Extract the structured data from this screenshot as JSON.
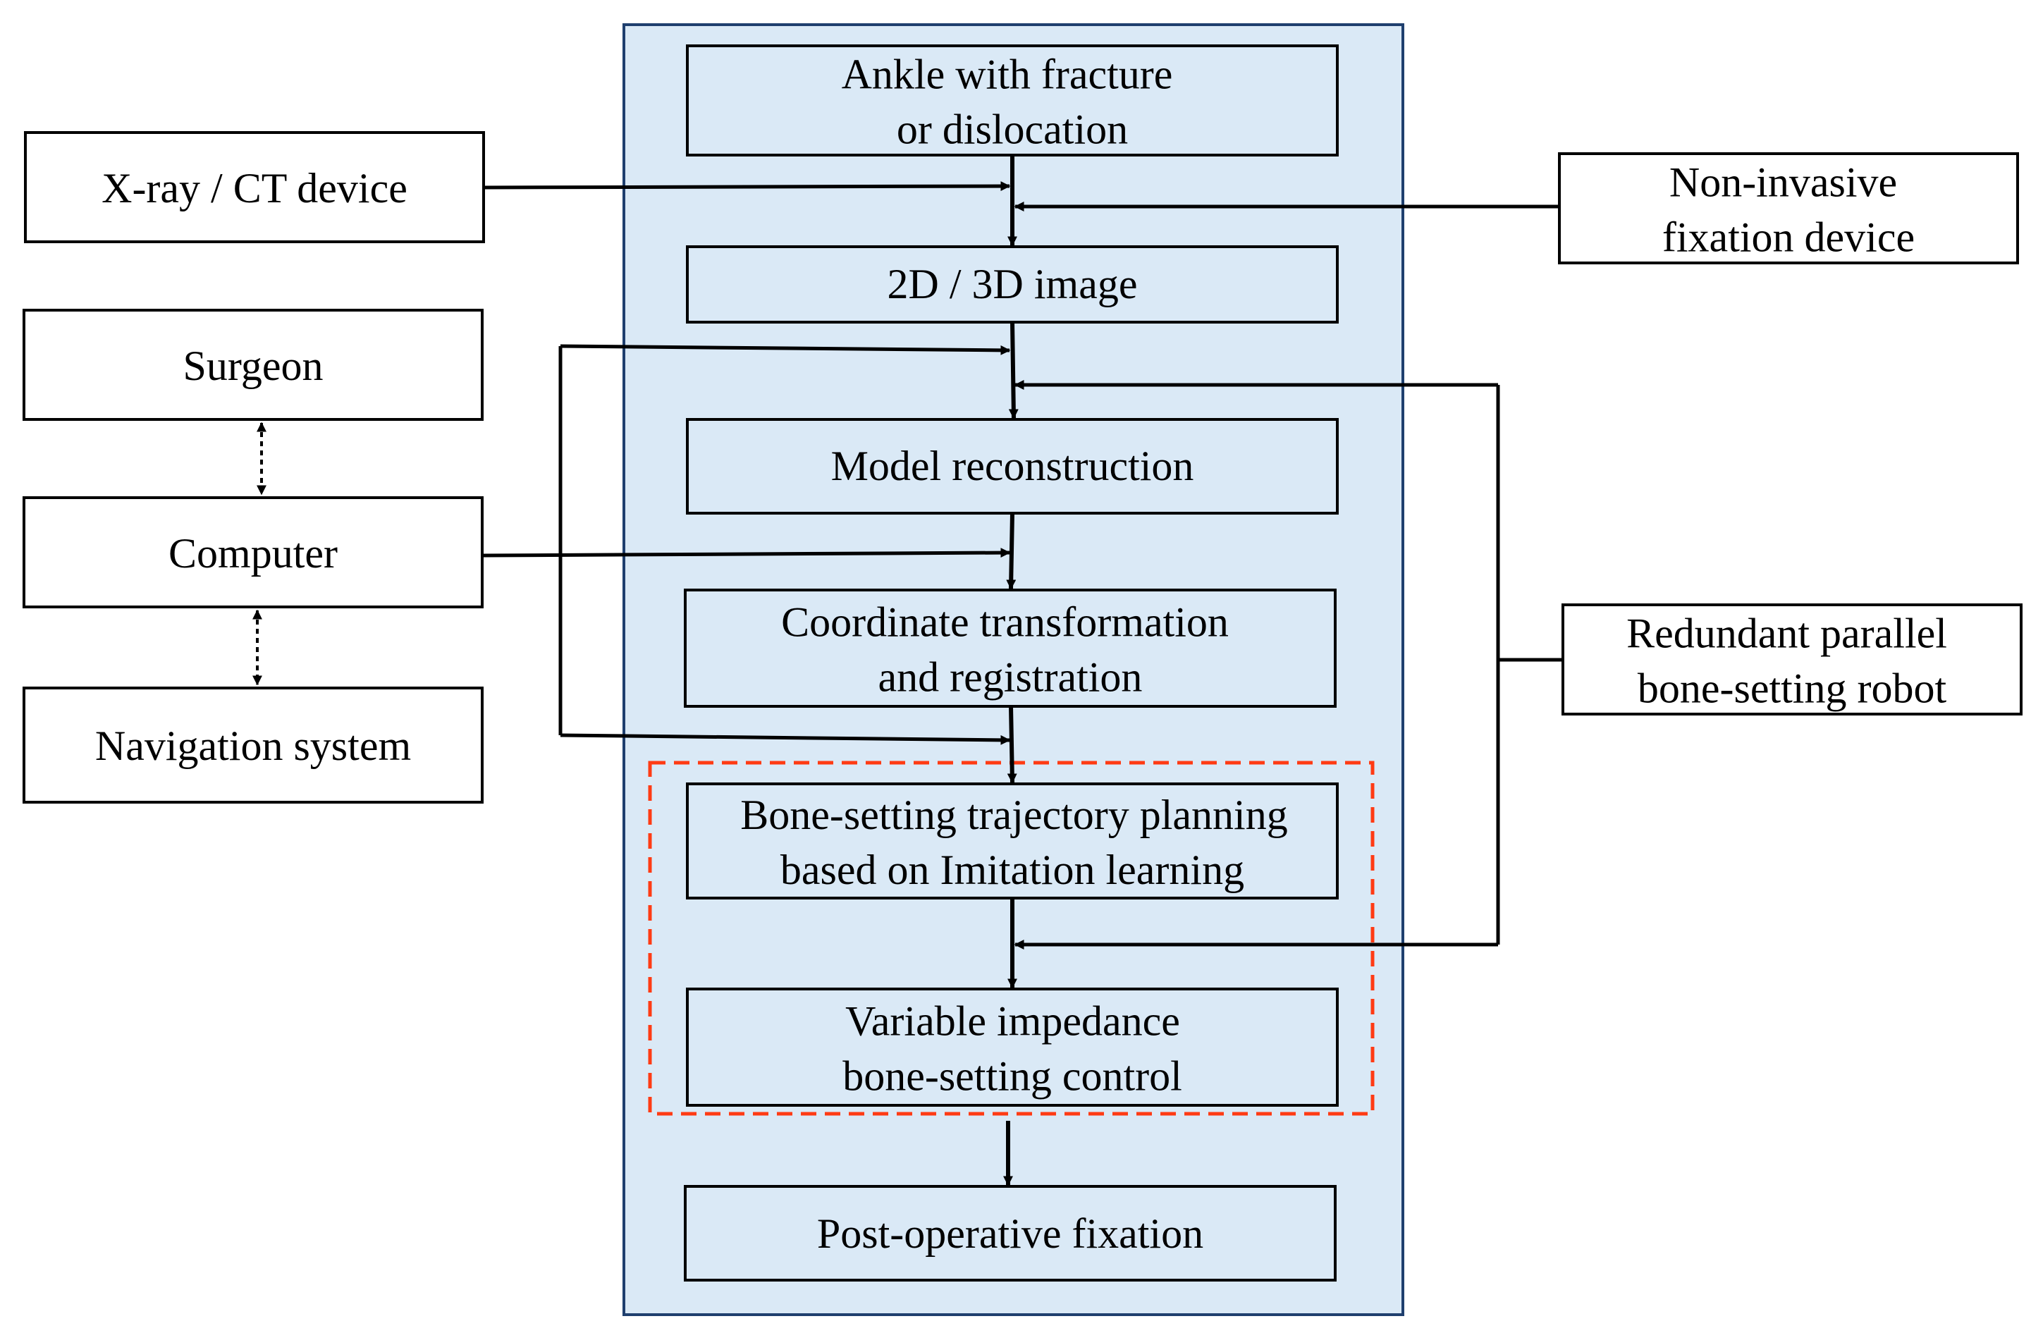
{
  "flow": {
    "ankle": [
      "Ankle with fracture",
      "or dislocation"
    ],
    "image": [
      "2D / 3D image"
    ],
    "model": [
      "Model reconstruction"
    ],
    "coord": [
      "Coordinate transformation",
      "and registration"
    ],
    "trajectory": [
      "Bone-setting trajectory planning",
      "based on Imitation learning"
    ],
    "impedance": [
      "Variable impedance",
      "bone-setting control"
    ],
    "postop": [
      "Post-operative fixation"
    ]
  },
  "left": {
    "xray": [
      "X-ray / CT device"
    ],
    "surgeon": [
      "Surgeon"
    ],
    "computer": [
      "Computer"
    ],
    "navigation": [
      "Navigation system"
    ]
  },
  "right": {
    "fixation": [
      "Non-invasive",
      "fixation device"
    ],
    "robot": [
      "Redundant parallel",
      "bone-setting robot"
    ]
  },
  "colors": {
    "panel_fill": "#dae9f6",
    "panel_stroke": "#1f3f6e",
    "highlight_dash": "#ff3b14",
    "line": "#000000"
  }
}
